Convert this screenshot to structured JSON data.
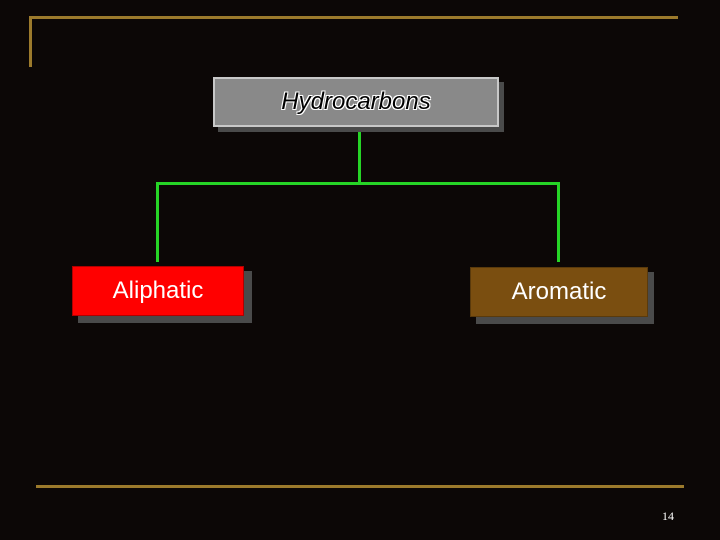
{
  "diagram": {
    "root": {
      "label": "Hydrocarbons"
    },
    "children": [
      {
        "label": "Aliphatic",
        "color": "#ff0000"
      },
      {
        "label": "Aromatic",
        "color": "#7a4e10"
      }
    ],
    "connector_color": "#26d426",
    "frame_color": "#9c7a2c"
  },
  "slide": {
    "page_number": "14"
  }
}
